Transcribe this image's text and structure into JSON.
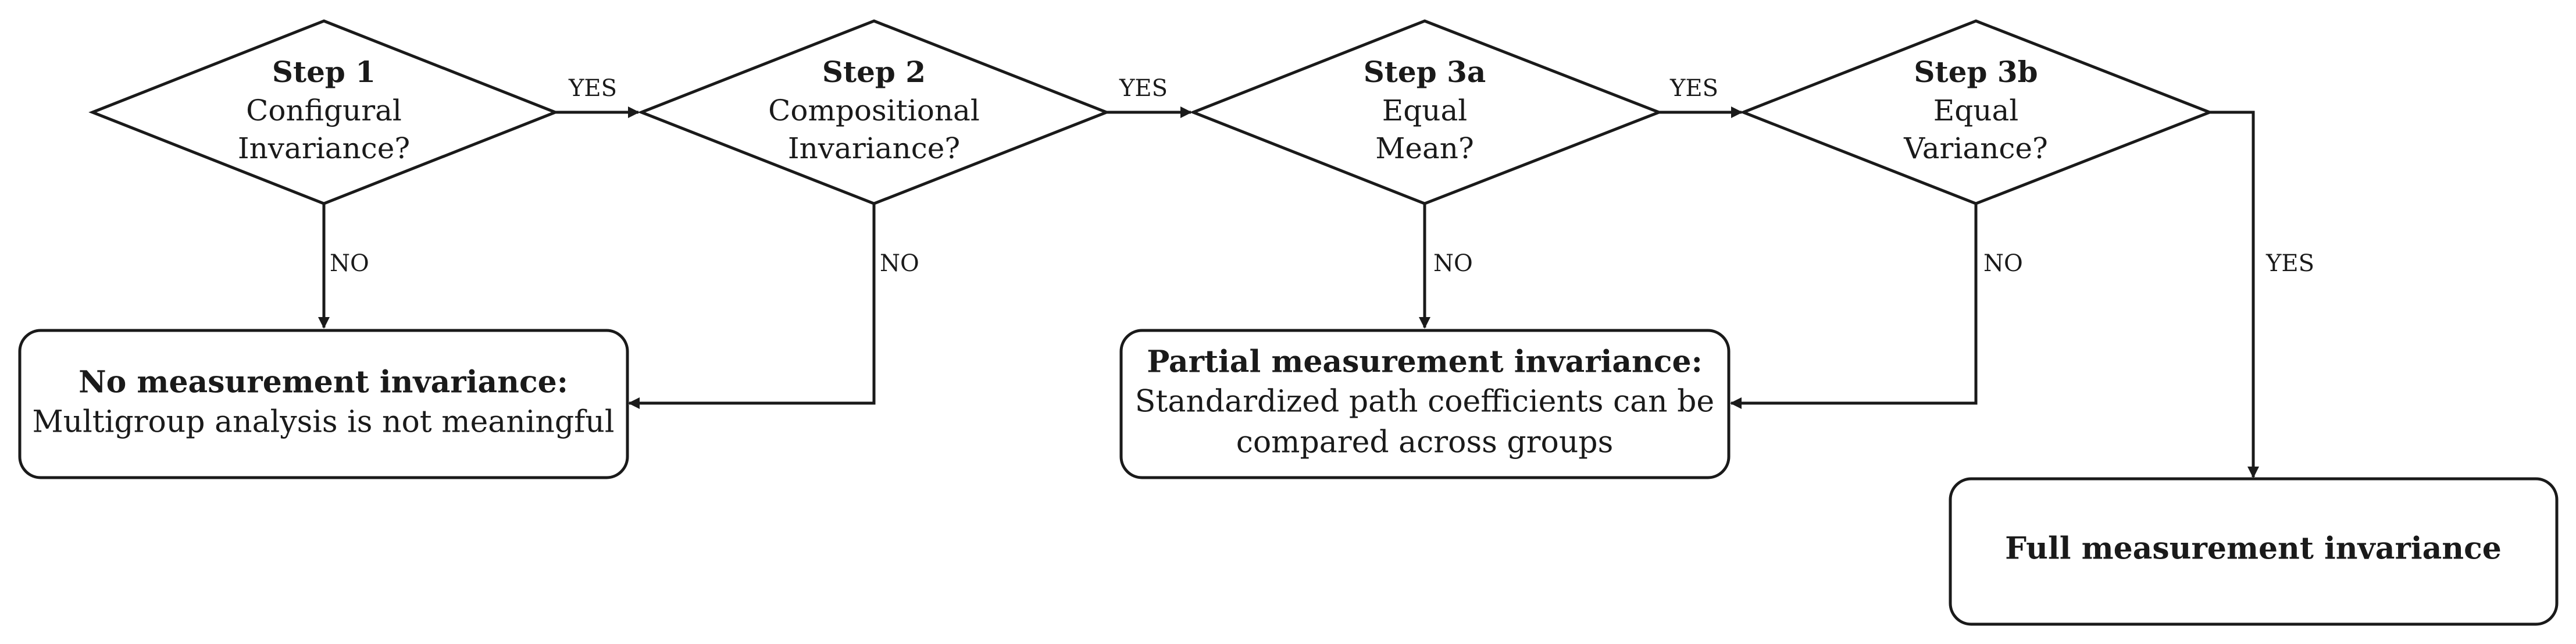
{
  "steps": [
    {
      "title": "Step 1",
      "line1": "Configural",
      "line2": "Invariance?"
    },
    {
      "title": "Step 2",
      "line1": "Compositional",
      "line2": "Invariance?"
    },
    {
      "title": "Step 3a",
      "line1": "Equal",
      "line2": "Mean?"
    },
    {
      "title": "Step 3b",
      "line1": "Equal",
      "line2": "Variance?"
    }
  ],
  "outcomes": {
    "none": {
      "title": "No measurement invariance:",
      "line1": "Multigroup analysis is not meaningful"
    },
    "partial": {
      "title": "Partial measurement invariance:",
      "line1": "Standardized path coefficients can be",
      "line2": "compared across groups"
    },
    "full": {
      "title": "Full measurement invariance"
    }
  },
  "edge_labels": {
    "yes": "YES",
    "no": "NO"
  }
}
